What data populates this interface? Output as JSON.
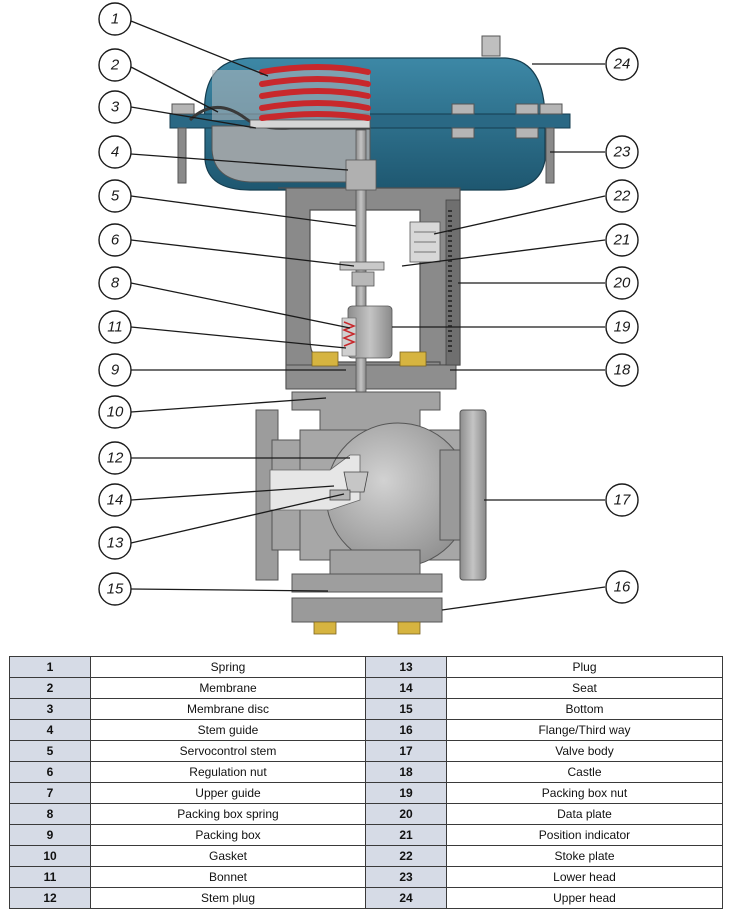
{
  "callouts": [
    {
      "n": "1"
    },
    {
      "n": "2"
    },
    {
      "n": "3"
    },
    {
      "n": "4"
    },
    {
      "n": "5"
    },
    {
      "n": "6"
    },
    {
      "n": "8"
    },
    {
      "n": "11"
    },
    {
      "n": "9"
    },
    {
      "n": "10"
    },
    {
      "n": "12"
    },
    {
      "n": "14"
    },
    {
      "n": "13"
    },
    {
      "n": "15"
    },
    {
      "n": "24"
    },
    {
      "n": "23"
    },
    {
      "n": "22"
    },
    {
      "n": "21"
    },
    {
      "n": "20"
    },
    {
      "n": "19"
    },
    {
      "n": "18"
    },
    {
      "n": "17"
    },
    {
      "n": "16"
    }
  ],
  "parts": [
    {
      "left": {
        "num": "1",
        "name": "Spring"
      },
      "right": {
        "num": "13",
        "name": "Plug"
      }
    },
    {
      "left": {
        "num": "2",
        "name": "Membrane"
      },
      "right": {
        "num": "14",
        "name": "Seat"
      }
    },
    {
      "left": {
        "num": "3",
        "name": "Membrane disc"
      },
      "right": {
        "num": "15",
        "name": "Bottom"
      }
    },
    {
      "left": {
        "num": "4",
        "name": "Stem guide"
      },
      "right": {
        "num": "16",
        "name": "Flange/Third way"
      }
    },
    {
      "left": {
        "num": "5",
        "name": "Servocontrol stem"
      },
      "right": {
        "num": "17",
        "name": "Valve body"
      }
    },
    {
      "left": {
        "num": "6",
        "name": "Regulation nut"
      },
      "right": {
        "num": "18",
        "name": "Castle"
      }
    },
    {
      "left": {
        "num": "7",
        "name": "Upper guide"
      },
      "right": {
        "num": "19",
        "name": "Packing box nut"
      }
    },
    {
      "left": {
        "num": "8",
        "name": "Packing box spring"
      },
      "right": {
        "num": "20",
        "name": "Data plate"
      }
    },
    {
      "left": {
        "num": "9",
        "name": "Packing box"
      },
      "right": {
        "num": "21",
        "name": "Position indicator"
      }
    },
    {
      "left": {
        "num": "10",
        "name": "Gasket"
      },
      "right": {
        "num": "22",
        "name": "Stoke plate"
      }
    },
    {
      "left": {
        "num": "11",
        "name": "Bonnet"
      },
      "right": {
        "num": "23",
        "name": "Lower head"
      }
    },
    {
      "left": {
        "num": "12",
        "name": "Stem plug"
      },
      "right": {
        "num": "24",
        "name": "Upper head"
      }
    }
  ],
  "colors": {
    "actuator": "#2e6f89",
    "actuator_dark": "#1f4f63",
    "spring": "#c8282c",
    "metal": "#a8a8a8",
    "metal_dark": "#7a7a7a",
    "brass": "#d6b440",
    "table_number_bg": "#d6dbe6"
  }
}
